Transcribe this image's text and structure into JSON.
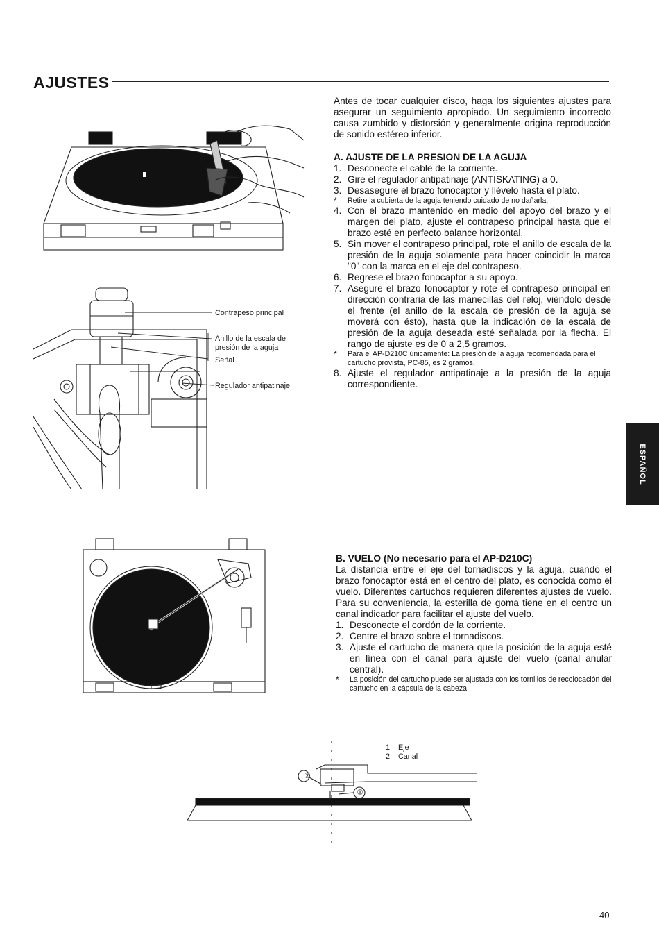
{
  "page": {
    "title": "AJUSTES",
    "side_tab": "ESPAÑOL",
    "page_number": "40"
  },
  "intro": "Antes de tocar cualquier disco, haga los siguientes ajustes para asegurar un seguimiento apropiado. Un seguimiento incorrecto causa zumbido y distorsión y generalmente origina reproducción de sonido estéreo inferior.",
  "section_a": {
    "heading": "A. AJUSTE DE LA PRESION DE LA AGUJA",
    "steps": [
      {
        "n": "1.",
        "text": "Desconecte el cable de la corriente.",
        "note": false
      },
      {
        "n": "2.",
        "text": "Gire el regulador antipatinaje (ANTISKATING) a 0.",
        "note": false
      },
      {
        "n": "3.",
        "text": "Desasegure el brazo fonocaptor y llévelo hasta el plato.",
        "note": false
      },
      {
        "n": "*",
        "text": "Retire la cubierta de la aguja teniendo cuidado de no dañarla.",
        "note": true
      },
      {
        "n": "4.",
        "text": "Con el brazo mantenido en medio del apoyo del brazo y el margen del plato, ajuste el contrapeso principal hasta que el brazo esté en perfecto balance horizontal.",
        "note": false
      },
      {
        "n": "5.",
        "text": "Sin mover el contrapeso principal, rote el anillo de escala de la presión de la aguja solamente para hacer coincidir la marca \"0\" con la marca en el eje del contrapeso.",
        "note": false
      },
      {
        "n": "6.",
        "text": "Regrese el brazo fonocaptor a su apoyo.",
        "note": false
      },
      {
        "n": "7.",
        "text": "Asegure el brazo fonocaptor y rote el contrapeso principal en dirección contraria de las manecillas del reloj, viéndolo desde el frente (el anillo de la escala de presión de la aguja se moverá con ésto), hasta que la indicación de la escala de presión de la aguja deseada esté señalada por la flecha. El rango de ajuste es de 0 a 2,5 gramos.",
        "note": false
      },
      {
        "n": "*",
        "text": "Para el AP-D210C únicamente: La presión de la aguja recomendada para el cartucho provista, PC-85, es 2 gramos.",
        "note": true
      },
      {
        "n": "8.",
        "text": "Ajuste el regulador antipatinaje a la presión de la aguja correspondiente.",
        "note": false
      }
    ]
  },
  "section_b": {
    "heading": "B. VUELO (No necesario para el AP-D210C)",
    "intro": "La distancia entre el eje del tornadiscos y la aguja, cuando el brazo fonocaptor está en el centro del plato, es conocida como el vuelo. Diferentes cartuchos requieren diferentes ajustes de vuelo. Para su conveniencia, la esterilla de goma tiene en el centro un canal indicador para facilitar el ajuste del vuelo.",
    "steps": [
      {
        "n": "1.",
        "text": "Desconecte el cordón de la corriente.",
        "note": false
      },
      {
        "n": "2.",
        "text": "Centre el brazo sobre el tornadiscos.",
        "note": false
      },
      {
        "n": "3.",
        "text": "Ajuste el cartucho de manera que la posición de la aguja esté en línea con el canal para ajuste del vuelo (canal anular central).",
        "note": false
      },
      {
        "n": "*",
        "text": "La posición del cartucho puede ser ajustada con los tornillos de recolocación del cartucho en la cápsula de la cabeza.",
        "note": true
      }
    ]
  },
  "figure2_labels": {
    "counterweight": "Contrapeso principal",
    "scale_ring": "Anillo de la escala de presión de la aguja",
    "mark": "Señal",
    "antiskating": "Regulador antipatinaje"
  },
  "figure4_legend": {
    "item1_num": "1",
    "item1_text": "Eje",
    "item2_num": "2",
    "item2_text": "Canal",
    "callout1": "①",
    "callout2": "②"
  }
}
